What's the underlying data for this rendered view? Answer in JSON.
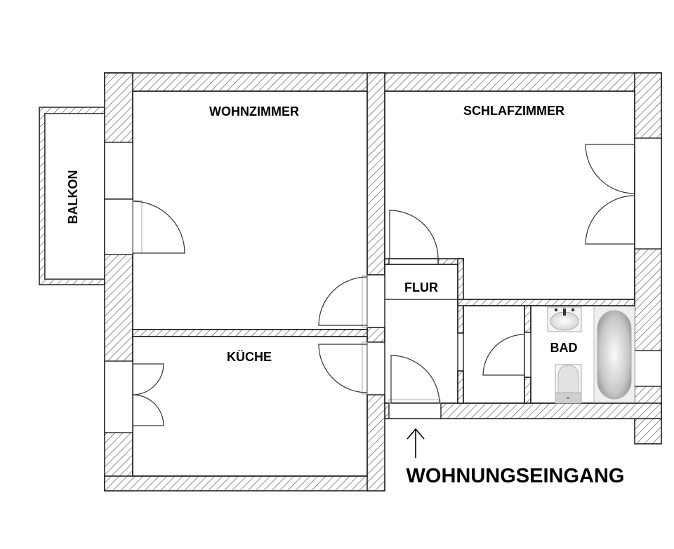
{
  "plan": {
    "title": "Wohnungsgrundriss",
    "rooms": {
      "wohnzimmer": "WOHNZIMMER",
      "schlafzimmer": "SCHLAFZIMMER",
      "balkon": "BALKON",
      "flur": "FLUR",
      "kueche": "KÜCHE",
      "bad": "BAD"
    },
    "entrance": {
      "label": "WOHNUNGSEINGANG",
      "arrow": "↑"
    },
    "fixtures": [
      "washbasin",
      "toilet",
      "bathtub"
    ],
    "colors": {
      "wall_line": "#222222",
      "hatch": "#555555",
      "background": "#ffffff"
    }
  }
}
